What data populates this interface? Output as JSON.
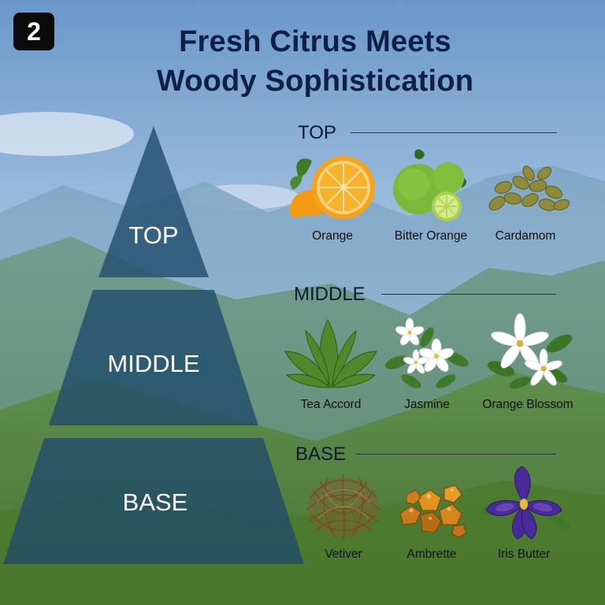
{
  "badge": "2",
  "title": {
    "line1": "Fresh Citrus Meets",
    "line2": "Woody Sophistication"
  },
  "pyramid": {
    "top": "TOP",
    "middle": "MIDDLE",
    "base": "BASE"
  },
  "sections": {
    "top": {
      "heading": "TOP",
      "notes": [
        {
          "label": "Orange",
          "icon": "orange-icon"
        },
        {
          "label": "Bitter Orange",
          "icon": "bitter-orange-icon"
        },
        {
          "label": "Cardamom",
          "icon": "cardamom-icon"
        }
      ]
    },
    "middle": {
      "heading": "MIDDLE",
      "notes": [
        {
          "label": "Tea Accord",
          "icon": "tea-leaves-icon"
        },
        {
          "label": "Jasmine",
          "icon": "jasmine-icon"
        },
        {
          "label": "Orange Blossom",
          "icon": "orange-blossom-icon"
        }
      ]
    },
    "base": {
      "heading": "BASE",
      "notes": [
        {
          "label": "Vetiver",
          "icon": "vetiver-root-icon"
        },
        {
          "label": "Ambrette",
          "icon": "ambrette-icon"
        },
        {
          "label": "Iris Butter",
          "icon": "iris-icon"
        }
      ]
    }
  },
  "colors": {
    "sky": "#7fa6d2",
    "mountains": "#5f8fb0",
    "hills": "#5f8a3e",
    "pyramid": "#1f4a6b",
    "title": "#0f1f45"
  }
}
